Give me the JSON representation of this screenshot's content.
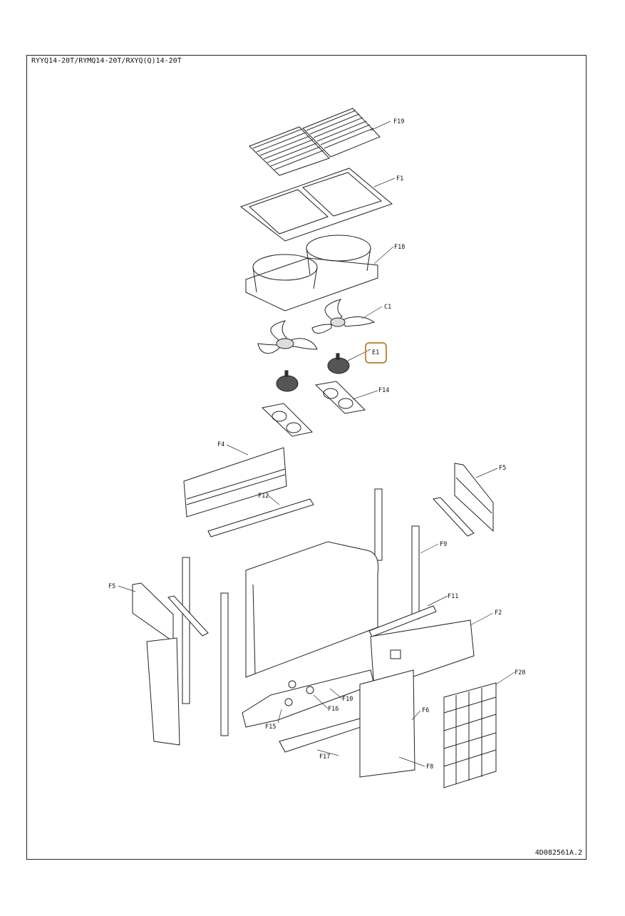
{
  "document": {
    "model_line": "RYYQ14-20T/RYMQ14-20T/RXYQ(Q)14-20T",
    "doc_number": "4D082561A.2"
  },
  "parts": {
    "F19": "F19",
    "F1": "F1",
    "F18": "F18",
    "C1": "C1",
    "E1": "E1",
    "F14": "F14",
    "F4": "F4",
    "F5a": "F5",
    "F12": "F12",
    "F9": "F9",
    "F5b": "F5",
    "F11": "F11",
    "F2": "F2",
    "F20": "F20",
    "F10": "F10",
    "F16": "F16",
    "F15": "F15",
    "F6": "F6",
    "F17": "F17",
    "F8": "F8"
  },
  "highlight": {
    "label": "E1",
    "color": "#c48a3c"
  }
}
